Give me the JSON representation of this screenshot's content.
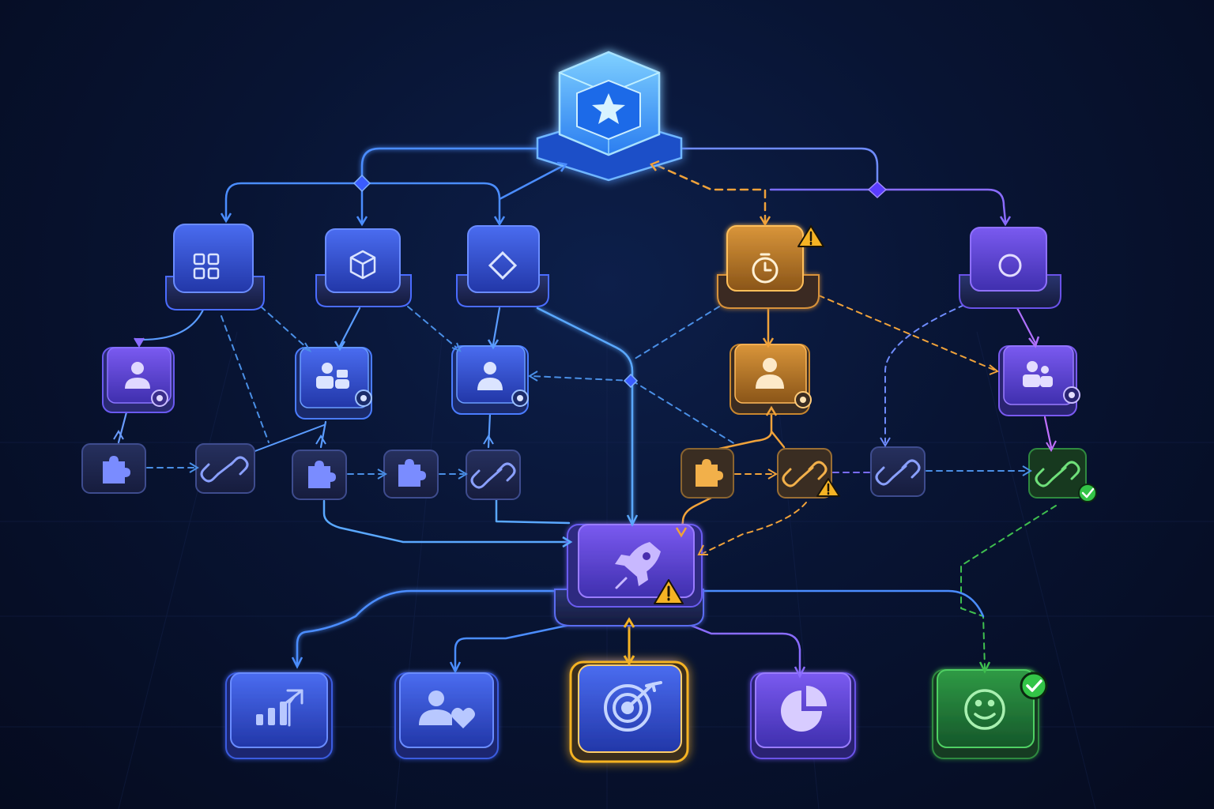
{
  "colors": {
    "background": "#060d24",
    "blue": "#3f7bff",
    "blue_light": "#5aa8ff",
    "indigo": "#5b47e6",
    "violet": "#8a5cff",
    "amber": "#f0a23a",
    "green": "#3fbf4f",
    "warning": "#f5b324",
    "success": "#33c447"
  },
  "nodes": {
    "root": {
      "icon": "star-cube-icon",
      "tone": "glow"
    },
    "tier1": [
      {
        "id": "modules",
        "icon": "grid-squares-icon",
        "tone": "blue"
      },
      {
        "id": "package",
        "icon": "cube-icon",
        "tone": "blue"
      },
      {
        "id": "diamond",
        "icon": "diamond-icon",
        "tone": "blue"
      },
      {
        "id": "timer",
        "icon": "timer-icon",
        "tone": "amber",
        "badge": "warning"
      },
      {
        "id": "circle",
        "icon": "circle-icon",
        "tone": "violet"
      }
    ],
    "tier2": [
      {
        "id": "user-a",
        "icon": "user-icon",
        "tone": "violet",
        "badge": "dot"
      },
      {
        "id": "group-b",
        "icon": "users-icon",
        "tone": "blue",
        "badge": "dot"
      },
      {
        "id": "user-c",
        "icon": "user-icon",
        "tone": "blue",
        "badge": "dot"
      },
      {
        "id": "user-d",
        "icon": "user-icon",
        "tone": "amber",
        "badge": "dot"
      },
      {
        "id": "group-e",
        "icon": "users-icon",
        "tone": "violet",
        "badge": "dot"
      }
    ],
    "tier3": [
      {
        "id": "plugin-1",
        "icon": "puzzle-icon",
        "tone": "blue"
      },
      {
        "id": "link-1",
        "icon": "link-icon",
        "tone": "blue"
      },
      {
        "id": "plugin-2",
        "icon": "puzzle-icon",
        "tone": "blue"
      },
      {
        "id": "plugin-3",
        "icon": "puzzle-icon",
        "tone": "blue"
      },
      {
        "id": "link-2",
        "icon": "link-icon",
        "tone": "blue"
      },
      {
        "id": "plugin-4",
        "icon": "puzzle-icon",
        "tone": "amber"
      },
      {
        "id": "link-3",
        "icon": "link-icon",
        "tone": "amber",
        "badge": "warning"
      },
      {
        "id": "link-4",
        "icon": "link-icon",
        "tone": "blue"
      },
      {
        "id": "link-5",
        "icon": "link-icon",
        "tone": "green",
        "badge": "check"
      }
    ],
    "hub": {
      "icon": "rocket-icon",
      "tone": "violet",
      "badge": "warning"
    },
    "outputs": [
      {
        "id": "growth",
        "icon": "bar-chart-icon",
        "tone": "blue"
      },
      {
        "id": "engagement",
        "icon": "user-heart-icon",
        "tone": "blue"
      },
      {
        "id": "goal",
        "icon": "target-icon",
        "tone": "goal"
      },
      {
        "id": "analytics",
        "icon": "pie-chart-icon",
        "tone": "violet"
      },
      {
        "id": "satisfaction",
        "icon": "smiley-icon",
        "tone": "green",
        "badge": "check"
      }
    ]
  }
}
